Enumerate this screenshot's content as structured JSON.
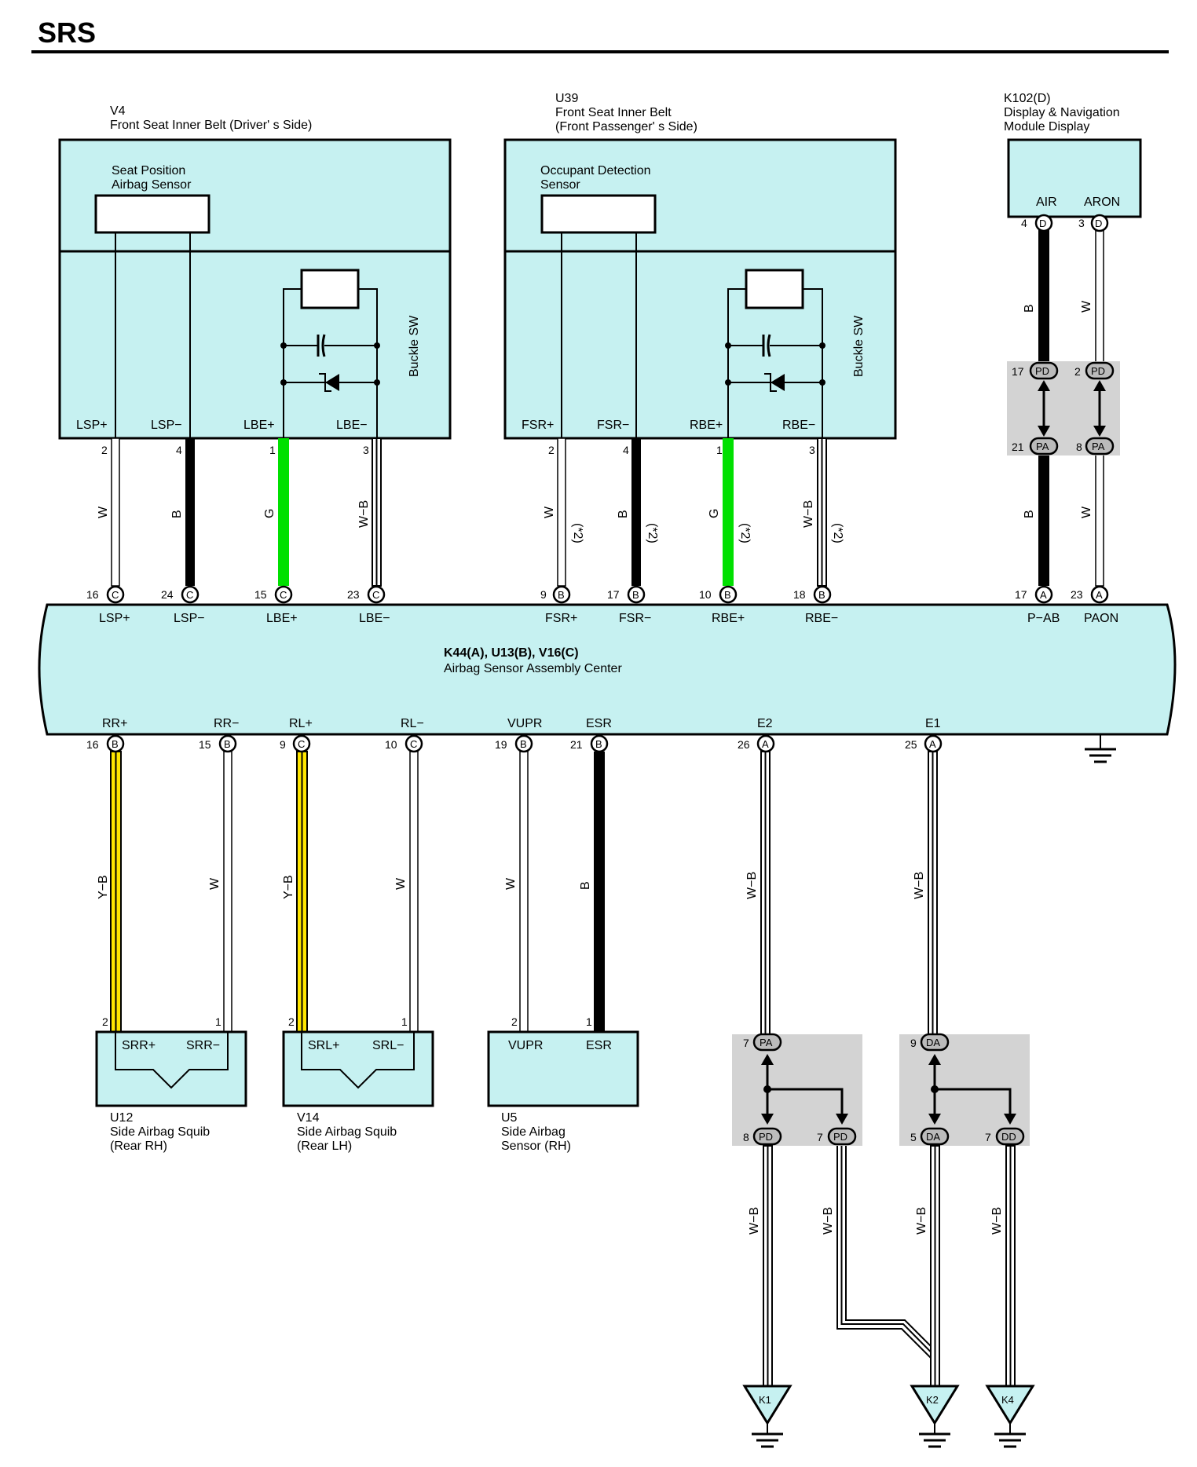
{
  "title": "SRS",
  "components": {
    "v4": {
      "id": "V4",
      "name": "Front Seat Inner Belt (Driver' s Side)",
      "sensor_line1": "Seat Position",
      "sensor_line2": "Airbag Sensor",
      "buckle": "Buckle SW",
      "pins": [
        {
          "label": "LSP+",
          "num": "2"
        },
        {
          "label": "LSP−",
          "num": "4"
        },
        {
          "label": "LBE+",
          "num": "1"
        },
        {
          "label": "LBE−",
          "num": "3"
        }
      ]
    },
    "u39": {
      "id": "U39",
      "name_line1": "Front Seat Inner Belt",
      "name_line2": "(Front Passenger' s Side)",
      "sensor_line1": "Occupant Detection",
      "sensor_line2": "Sensor",
      "buckle": "Buckle SW",
      "pins": [
        {
          "label": "FSR+",
          "num": "2"
        },
        {
          "label": "FSR−",
          "num": "4"
        },
        {
          "label": "RBE+",
          "num": "1"
        },
        {
          "label": "RBE−",
          "num": "3"
        }
      ]
    },
    "k102": {
      "id": "K102(D)",
      "name_line1": "Display & Navigation",
      "name_line2": "Module Display",
      "pins": [
        {
          "label": "AIR",
          "num": "4",
          "conn": "D"
        },
        {
          "label": "ARON",
          "num": "3",
          "conn": "D"
        }
      ]
    },
    "center": {
      "id": "K44(A), U13(B), V16(C)",
      "name": "Airbag Sensor Assembly Center",
      "top_pins": [
        {
          "num": "16",
          "conn": "C",
          "label": "LSP+"
        },
        {
          "num": "24",
          "conn": "C",
          "label": "LSP−"
        },
        {
          "num": "15",
          "conn": "C",
          "label": "LBE+"
        },
        {
          "num": "23",
          "conn": "C",
          "label": "LBE−"
        },
        {
          "num": "9",
          "conn": "B",
          "label": "FSR+"
        },
        {
          "num": "17",
          "conn": "B",
          "label": "FSR−"
        },
        {
          "num": "10",
          "conn": "B",
          "label": "RBE+"
        },
        {
          "num": "18",
          "conn": "B",
          "label": "RBE−"
        },
        {
          "num": "17",
          "conn": "A",
          "label": "P−AB"
        },
        {
          "num": "23",
          "conn": "A",
          "label": "PAON"
        }
      ],
      "bottom_pins": [
        {
          "num": "16",
          "conn": "B",
          "label": "RR+"
        },
        {
          "num": "15",
          "conn": "B",
          "label": "RR−"
        },
        {
          "num": "9",
          "conn": "C",
          "label": "RL+"
        },
        {
          "num": "10",
          "conn": "C",
          "label": "RL−"
        },
        {
          "num": "19",
          "conn": "B",
          "label": "VUPR"
        },
        {
          "num": "21",
          "conn": "B",
          "label": "ESR"
        },
        {
          "num": "26",
          "conn": "A",
          "label": "E2"
        },
        {
          "num": "25",
          "conn": "A",
          "label": "E1"
        }
      ]
    },
    "u12": {
      "id": "U12",
      "name_line1": "Side Airbag Squib",
      "name_line2": "(Rear RH)",
      "pins": [
        {
          "label": "SRR+",
          "num": "2"
        },
        {
          "label": "SRR−",
          "num": "1"
        }
      ]
    },
    "v14": {
      "id": "V14",
      "name_line1": "Side Airbag Squib",
      "name_line2": "(Rear LH)",
      "pins": [
        {
          "label": "SRL+",
          "num": "2"
        },
        {
          "label": "SRL−",
          "num": "1"
        }
      ]
    },
    "u5": {
      "id": "U5",
      "name_line1": "Side Airbag",
      "name_line2": "Sensor (RH)",
      "pins": [
        {
          "label": "VUPR",
          "num": "2"
        },
        {
          "label": "ESR",
          "num": "1"
        }
      ]
    }
  },
  "wire_colors": {
    "top": [
      "W",
      "B",
      "G",
      "W−B",
      "W",
      "B",
      "G",
      "W−B",
      "B",
      "W"
    ],
    "k102_lower": [
      "B",
      "W"
    ],
    "bottom": [
      "Y−B",
      "W",
      "Y−B",
      "W",
      "W",
      "B",
      "W−B",
      "W−B"
    ],
    "ground_wires": [
      "W−B",
      "W−B",
      "W−B",
      "W−B"
    ],
    "note": "(*2)"
  },
  "junctions": {
    "k102_upper": [
      {
        "num": "17",
        "conn": "PD"
      },
      {
        "num": "2",
        "conn": "PD"
      }
    ],
    "k102_lower": [
      {
        "num": "21",
        "conn": "PA"
      },
      {
        "num": "8",
        "conn": "PA"
      }
    ],
    "e2_in": {
      "num": "7",
      "conn": "PA"
    },
    "e2_out": [
      {
        "num": "8",
        "conn": "PD"
      },
      {
        "num": "7",
        "conn": "PD"
      }
    ],
    "e1_in": {
      "num": "9",
      "conn": "DA"
    },
    "e1_out": [
      {
        "num": "5",
        "conn": "DA"
      },
      {
        "num": "7",
        "conn": "DD"
      }
    ]
  },
  "grounds": [
    "K1",
    "K2",
    "K4"
  ],
  "colors": {
    "box": "#c6f1f1",
    "green": "#00e000",
    "yellow": "#ffe600",
    "junction": "#d3d3d3"
  }
}
